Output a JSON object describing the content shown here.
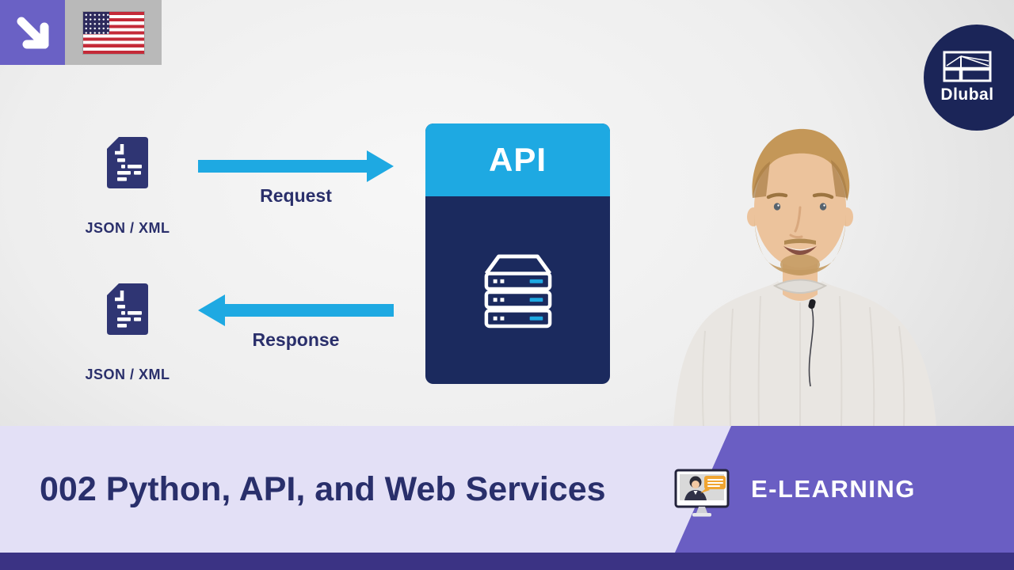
{
  "header": {
    "corner_arrow_icon": "arrow-down-right",
    "flag_icon": "us-flag",
    "logo": {
      "text": "Dlubal"
    }
  },
  "diagram": {
    "input_doc": {
      "label": "JSON / XML"
    },
    "output_doc": {
      "label": "JSON / XML"
    },
    "request": {
      "label": "Request"
    },
    "response": {
      "label": "Response"
    },
    "api": {
      "title": "API",
      "icon": "server-stack"
    }
  },
  "footer": {
    "title": "002 Python, API, and Web Services",
    "elearning": {
      "icon": "elearning-monitor",
      "label": "E-LEARNING"
    }
  },
  "colors": {
    "accent_blue": "#1EA9E2",
    "api_navy": "#1B2A5E",
    "icon_navy": "#2F3573",
    "purple_tile": "#6A61C5",
    "banner_purple": "#6A5EC3",
    "banner_lavender": "#E3E0F6",
    "bottom_strip": "#3B3384",
    "title_text": "#292F6B",
    "logo_navy": "#1B2558",
    "bubble_orange": "#F0A532"
  }
}
